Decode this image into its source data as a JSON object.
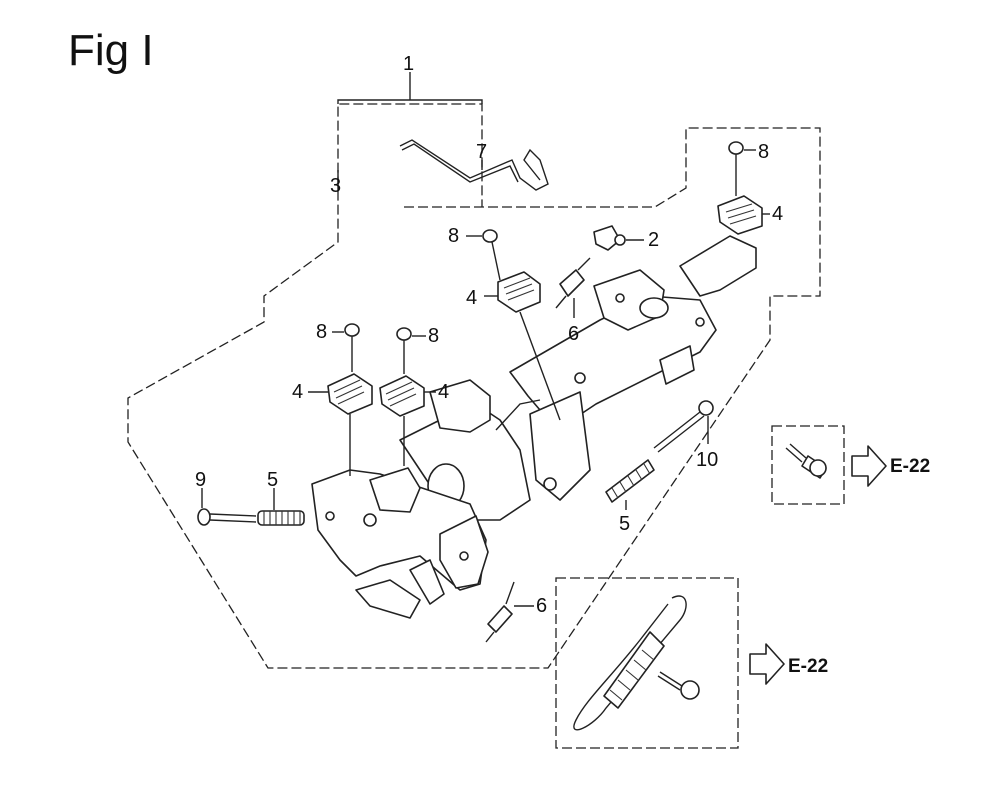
{
  "figure": {
    "title": "Fig I"
  },
  "callouts": {
    "c1": "1",
    "c2": "2",
    "c3": "3",
    "c4a": "4",
    "c4b": "4",
    "c4c": "4",
    "c4d": "4",
    "c5a": "5",
    "c5b": "5",
    "c6a": "6",
    "c6b": "6",
    "c7": "7",
    "c8a": "8",
    "c8b": "8",
    "c8c": "8",
    "c8d": "8",
    "c9": "9",
    "c10": "10"
  },
  "references": {
    "upper": "E-22",
    "lower": "E-22"
  }
}
